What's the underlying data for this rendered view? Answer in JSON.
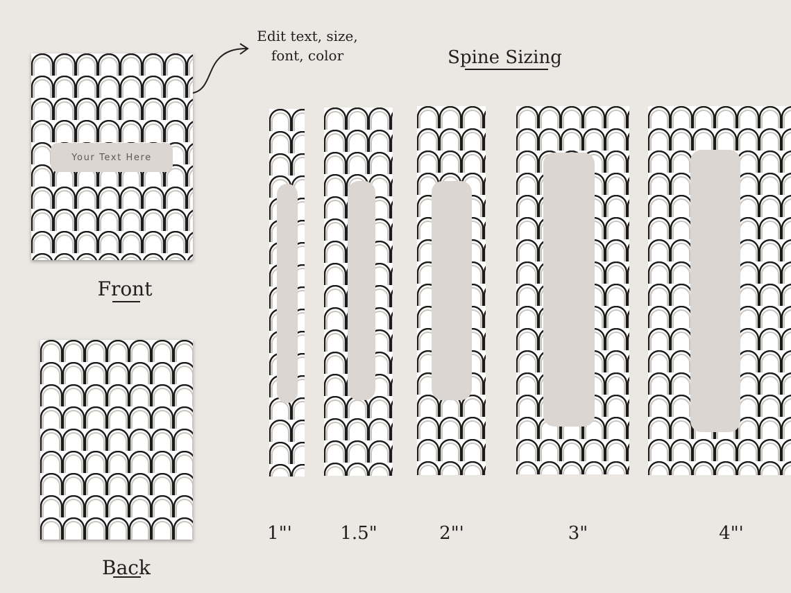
{
  "front": {
    "label": "Front",
    "title_text": "Your Text Here"
  },
  "back": {
    "label": "Back"
  },
  "callout": {
    "line1": "Edit text, size,",
    "line2": "font, color",
    "icon": "curved-arrow-icon"
  },
  "spine_sizing": {
    "title": "Spine Sizing",
    "spines": [
      {
        "label": "1\"'"
      },
      {
        "label": "1.5\""
      },
      {
        "label": "2\"'"
      },
      {
        "label": "3\""
      },
      {
        "label": "4\"'"
      }
    ]
  },
  "colors": {
    "background": "#ebe8e4",
    "plate": "#dbd6d1",
    "line": "#1b1b1b"
  }
}
